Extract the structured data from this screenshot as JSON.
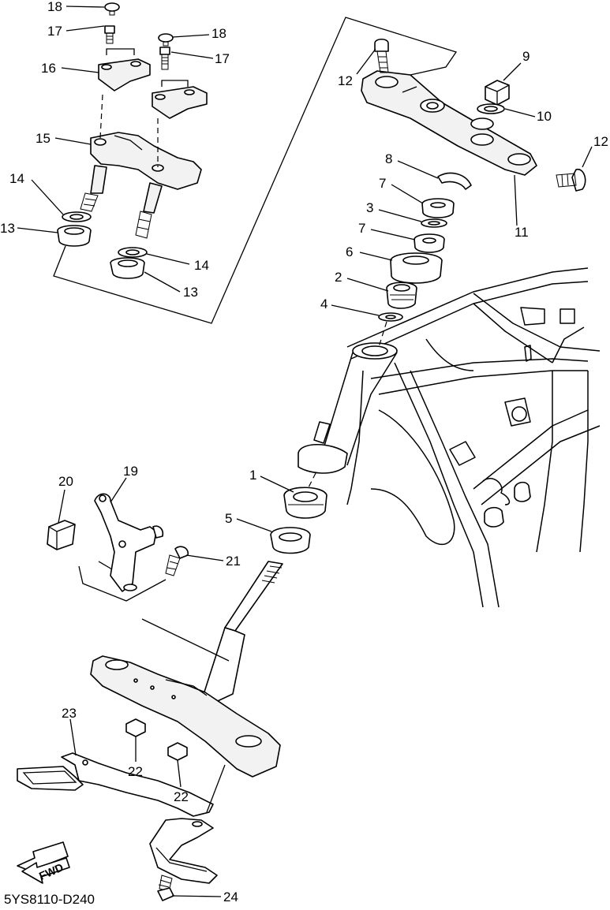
{
  "diagram_code": "5YS8110-D240",
  "fwd_badge": "FWD",
  "callouts": [
    {
      "id": "c1",
      "text": "1"
    },
    {
      "id": "c2",
      "text": "2"
    },
    {
      "id": "c3",
      "text": "3"
    },
    {
      "id": "c4",
      "text": "4"
    },
    {
      "id": "c5",
      "text": "5"
    },
    {
      "id": "c6",
      "text": "6"
    },
    {
      "id": "c7a",
      "text": "7"
    },
    {
      "id": "c7b",
      "text": "7"
    },
    {
      "id": "c8",
      "text": "8"
    },
    {
      "id": "c9",
      "text": "9"
    },
    {
      "id": "c10",
      "text": "10"
    },
    {
      "id": "c11",
      "text": "11"
    },
    {
      "id": "c12a",
      "text": "12"
    },
    {
      "id": "c12b",
      "text": "12"
    },
    {
      "id": "c13a",
      "text": "13"
    },
    {
      "id": "c13b",
      "text": "13"
    },
    {
      "id": "c14a",
      "text": "14"
    },
    {
      "id": "c14b",
      "text": "14"
    },
    {
      "id": "c15",
      "text": "15"
    },
    {
      "id": "c16",
      "text": "16"
    },
    {
      "id": "c17a",
      "text": "17"
    },
    {
      "id": "c17b",
      "text": "17"
    },
    {
      "id": "c18a",
      "text": "18"
    },
    {
      "id": "c18b",
      "text": "18"
    },
    {
      "id": "c19",
      "text": "19"
    },
    {
      "id": "c20",
      "text": "20"
    },
    {
      "id": "c21",
      "text": "21"
    },
    {
      "id": "c22a",
      "text": "22"
    },
    {
      "id": "c22b",
      "text": "22"
    },
    {
      "id": "c23",
      "text": "23"
    },
    {
      "id": "c24",
      "text": "24"
    }
  ]
}
